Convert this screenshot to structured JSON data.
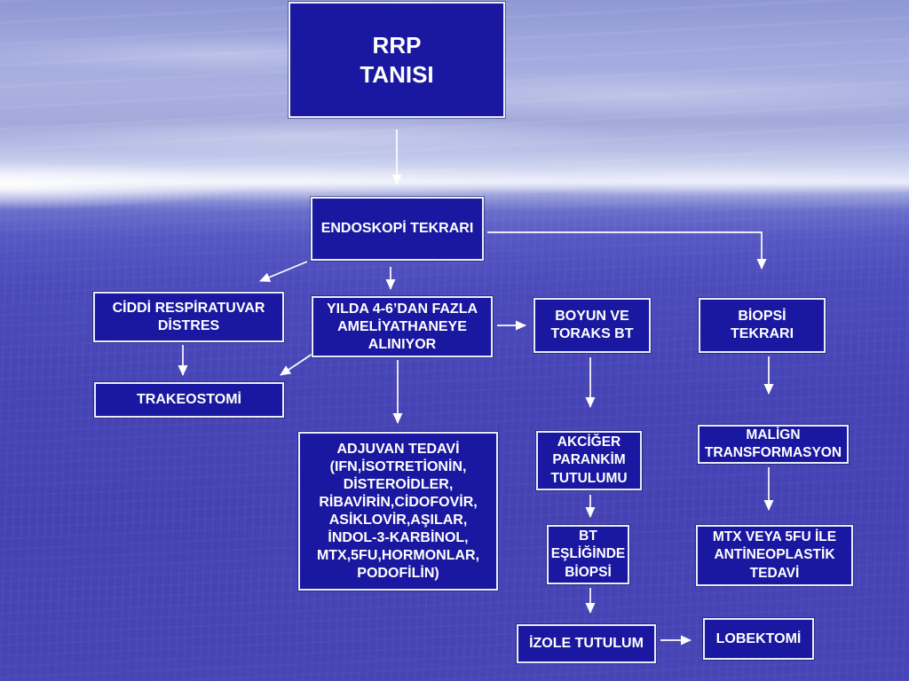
{
  "diagram": {
    "title_node": "rrp",
    "nodes": {
      "rrp": {
        "label": "RRP\nTANISI"
      },
      "endoskopi": {
        "label": "ENDOSKOPİ TEKRARI"
      },
      "ciddi": {
        "label": "CİDDİ RESPİRATUVAR\nDİSTRES"
      },
      "yilda": {
        "label": "YILDA 4-6’DAN FAZLA\nAMELİYATHANEYE\nALINIYOR"
      },
      "boyun": {
        "label": "BOYUN VE\nTORAKS BT"
      },
      "biopsi_tekrari": {
        "label": "BİOPSİ\nTEKRARI"
      },
      "trakeostomi": {
        "label": "TRAKEOSTOMİ"
      },
      "adjuvan": {
        "label": "ADJUVAN TEDAVİ\n(IFN,İSOTRETİONİN,\nDİSTEROİDLER,\nRİBAVİRİN,CİDOFOVİR,\nASİKLOVİR,AŞILAR,\nİNDOL-3-KARBİNOL,\nMTX,5FU,HORMONLAR,\nPODOFİLİN)"
      },
      "akciger": {
        "label": "AKCİĞER\nPARANKİM\nTUTULUMU"
      },
      "malign": {
        "label": "MALİGN\nTRANSFORMASYON"
      },
      "bt_biopsi": {
        "label": "BT\nEŞLİĞİNDE\nBİOPSİ"
      },
      "mtx": {
        "label": "MTX VEYA 5FU İLE\nANTİNEOPLASTİK\nTEDAVİ"
      },
      "izole": {
        "label": "İZOLE TUTULUM"
      },
      "lobektomi": {
        "label": "LOBEKTOMİ"
      }
    },
    "edges": [
      {
        "from": "rrp",
        "to": "endoskopi"
      },
      {
        "from": "endoskopi",
        "to": "ciddi"
      },
      {
        "from": "endoskopi",
        "to": "yilda"
      },
      {
        "from": "endoskopi",
        "to": "biopsi_tekrari"
      },
      {
        "from": "ciddi",
        "to": "trakeostomi"
      },
      {
        "from": "yilda",
        "to": "trakeostomi"
      },
      {
        "from": "yilda",
        "to": "boyun"
      },
      {
        "from": "yilda",
        "to": "adjuvan"
      },
      {
        "from": "boyun",
        "to": "akciger"
      },
      {
        "from": "biopsi_tekrari",
        "to": "malign"
      },
      {
        "from": "akciger",
        "to": "bt_biopsi"
      },
      {
        "from": "malign",
        "to": "mtx"
      },
      {
        "from": "bt_biopsi",
        "to": "izole"
      },
      {
        "from": "izole",
        "to": "lobektomi"
      }
    ]
  },
  "colors": {
    "node_fill": "#1a18a0",
    "node_border": "#e9edfb",
    "node_text": "#ffffff",
    "arrow": "#ffffff",
    "sky": "#a0a8de",
    "water": "#4644b5"
  }
}
